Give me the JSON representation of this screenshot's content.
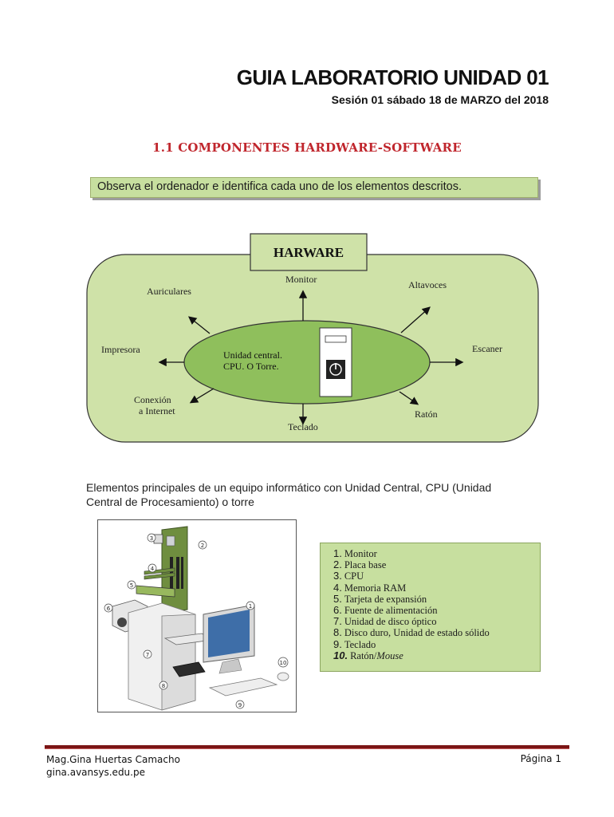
{
  "header": {
    "title": "GUIA LABORATORIO UNIDAD  01",
    "session": "Sesión 01 sábado 18 de MARZO del 2018"
  },
  "section": {
    "heading": "1.1  COMPONENTES HARDWARE-SOFTWARE"
  },
  "instruction": "Observa el ordenador e identifica cada uno de los elementos  descritos.",
  "diagram": {
    "title": "HARWARE",
    "center_line1": "Unidad central.",
    "center_line2": "CPU. O Torre.",
    "labels": {
      "monitor": "Monitor",
      "altavoces": "Altavoces",
      "auriculares": "Auriculares",
      "impresora": "Impresora",
      "escaner": "Escaner",
      "conexion_line1": "Conexión",
      "conexion_line2": "a Internet",
      "raton": "Ratón",
      "teclado": "Teclado"
    }
  },
  "paragraph": "Elementos principales de un equipo informático con Unidad Central, CPU (Unidad Central de Procesamiento) o torre",
  "illustration": {
    "callouts": [
      "1",
      "2",
      "3",
      "4",
      "5",
      "6",
      "7",
      "8",
      "9",
      "10"
    ]
  },
  "components": [
    {
      "num": "1.",
      "text": "Monitor"
    },
    {
      "num": "2.",
      "text": "Placa base"
    },
    {
      "num": "3.",
      "text": "CPU"
    },
    {
      "num": "4.",
      "text": "Memoria RAM"
    },
    {
      "num": "5.",
      "text": "Tarjeta de expansión"
    },
    {
      "num": "6.",
      "text": "Fuente de alimentación"
    },
    {
      "num": "7.",
      "text": "Unidad de disco óptico"
    },
    {
      "num": "8.",
      "text": "Disco duro, Unidad de estado sólido"
    },
    {
      "num": "9.",
      "text": "Teclado"
    },
    {
      "num": "10.",
      "text": "Ratón/",
      "emph": "Mouse"
    }
  ],
  "footer": {
    "author": "Mag.Gina Huertas Camacho",
    "site": "gina.avansys.edu.pe",
    "page": "Página 1"
  },
  "colors": {
    "heading_red": "#c0262d",
    "box_green": "#c7df9f",
    "diagram_green": "#cfe2a8",
    "ellipse_green": "#8fbf5c",
    "footer_rule": "#7a1515"
  }
}
